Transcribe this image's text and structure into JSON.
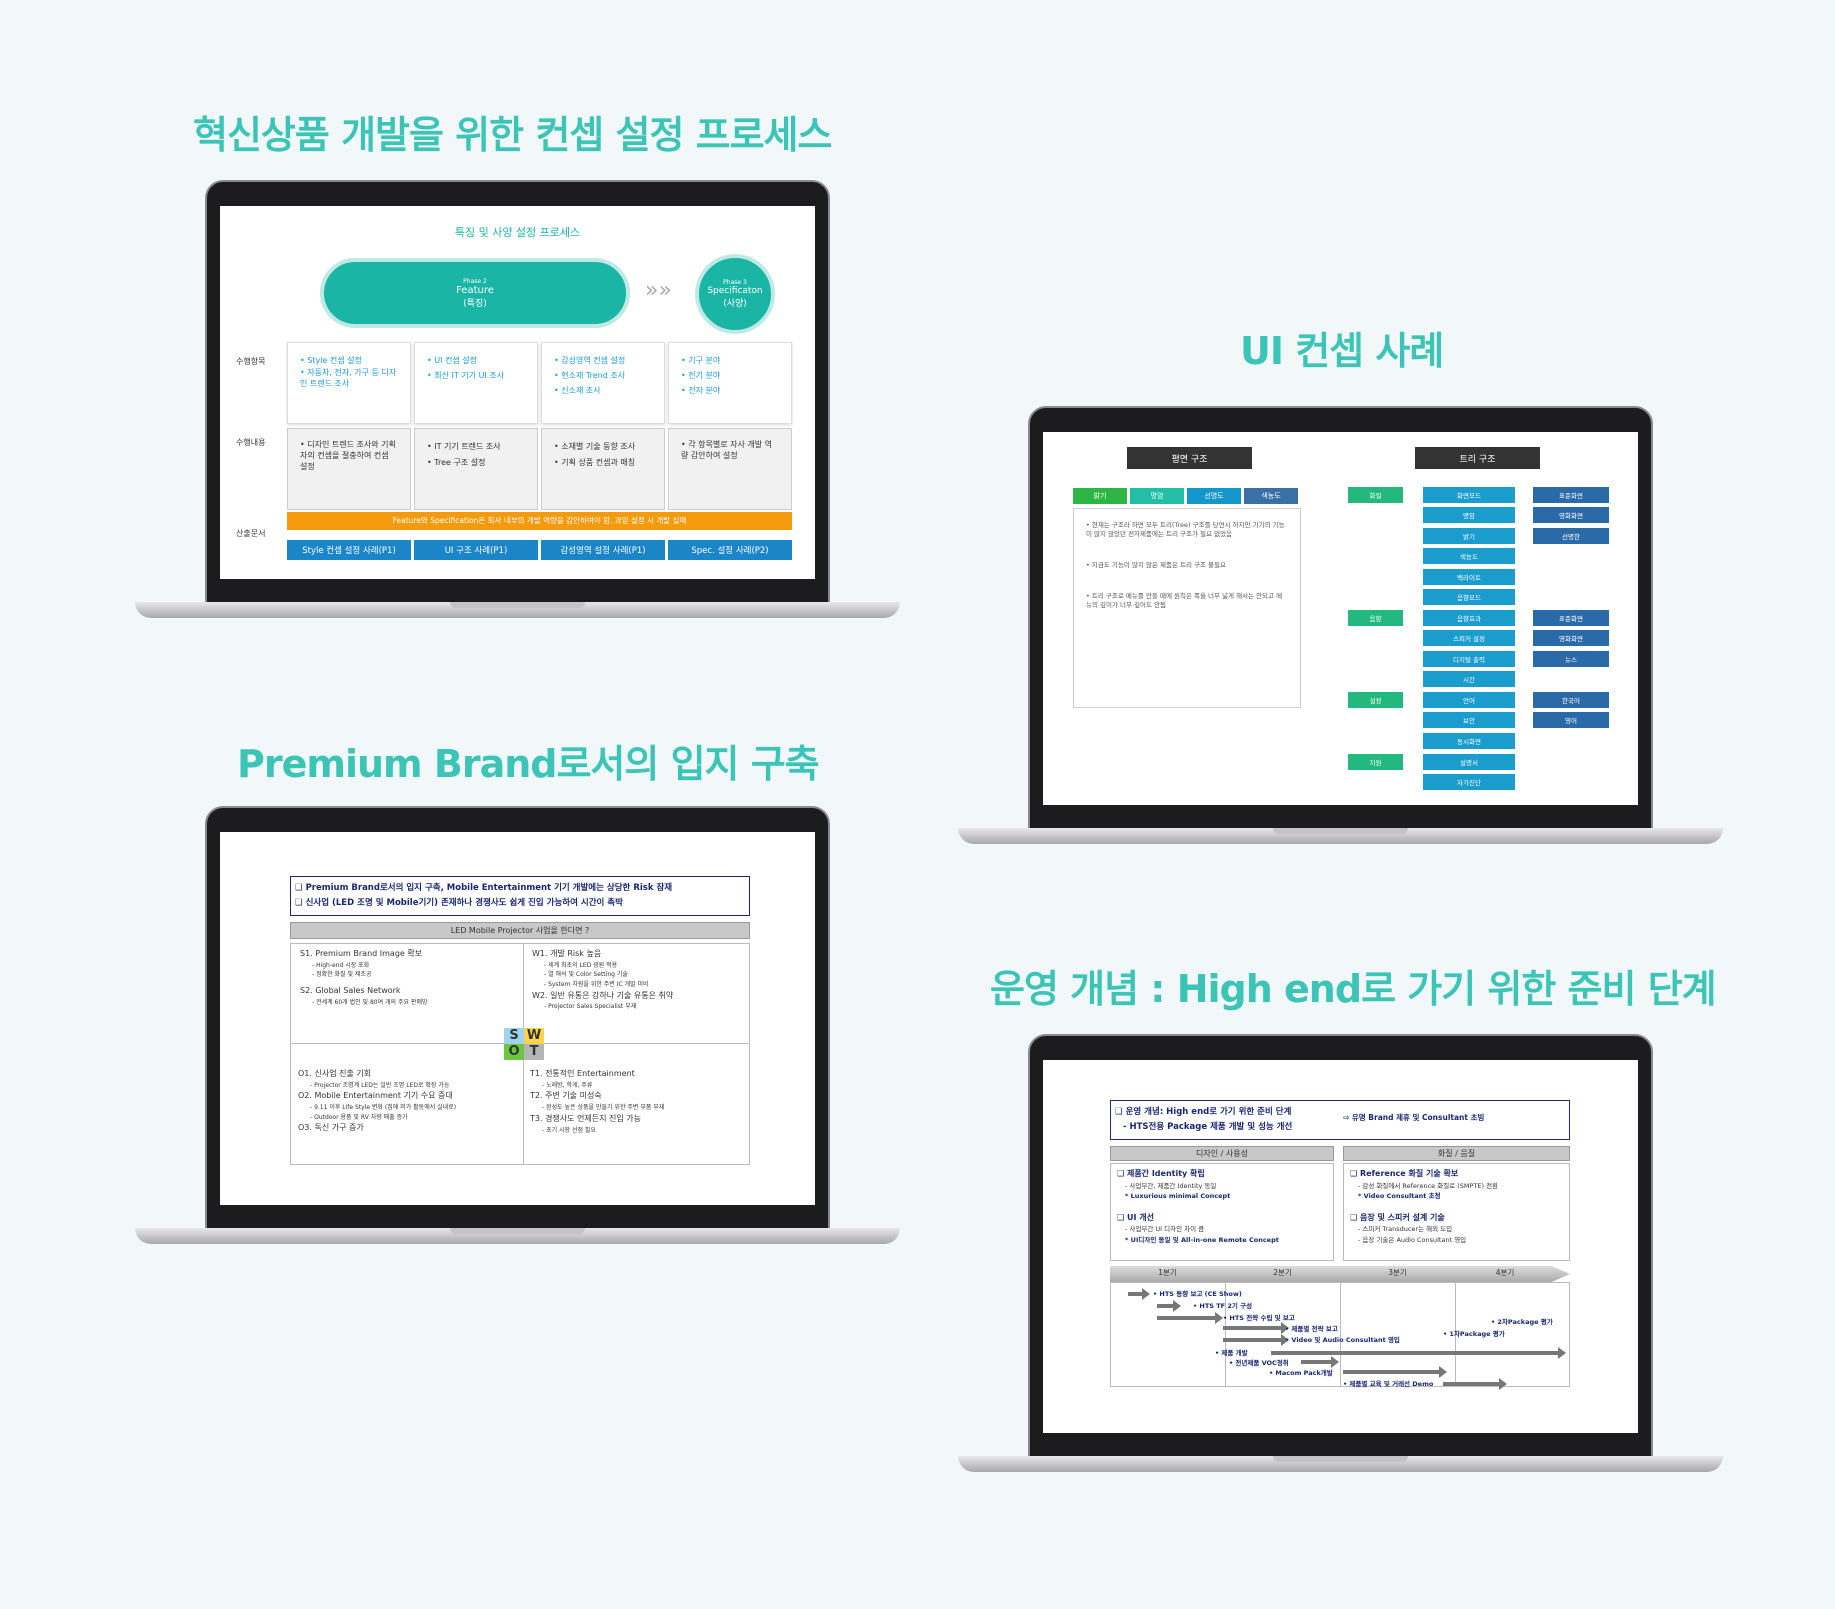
{
  "titles": {
    "s1": "혁신상품 개발을 위한 컨셉 설정 프로세스",
    "s2": "UI 컨셉 사례",
    "s3": "Premium Brand로서의 입지 구축",
    "s4": "운영 개념 : High end로 가기 위한 준비 단계"
  },
  "laptop1": {
    "heading": "특징 및 사양 설정 프로세스",
    "phase2": {
      "label": "Phase 2",
      "name": "Feature",
      "sub": "(특징)"
    },
    "phase3": {
      "label": "Phase 3",
      "name": "Specificaton",
      "sub": "(사양)"
    },
    "arrows": "»»",
    "row_labels": [
      "수행항목",
      "수행내용",
      "산출문서"
    ],
    "items": [
      [
        "• Style 컨셉 설정",
        "• 자동차, 전자, 가구 등 디자인 트렌드 조사"
      ],
      [
        "• UI 컨셉 설정",
        "• 최신 IT 기기 UI 조사"
      ],
      [
        "• 감성영역 컨셉 설정",
        "• 현소재 Trend 조사",
        "• 신소재 조사"
      ],
      [
        "• 기구 분야",
        "• 전기 분야",
        "• 전자 분야"
      ]
    ],
    "contents": [
      [
        "• 디자인 트렌드 조사와 기획자의 컨셉을 절충하여 컨셉 설정"
      ],
      [
        "• IT 기기 트렌드 조사",
        "• Tree 구조 설정"
      ],
      [
        "• 소재별 기술 동향 조사",
        "• 기획 상품 컨셉과 매칭"
      ],
      [
        "• 각 항목별로 자사 개발 역량 감안하여 설정"
      ]
    ],
    "banner": "Feature와 Specification은 회사 내부의 개발 역량을 감안하여야 함. 과잉 설정 시 개발 실패",
    "outputs": [
      "Style 컨셉 설정 사례(P1)",
      "UI 구조 사례(P1)",
      "감성영역 설정 사례(P1)",
      "Spec. 설정 사례(P2)"
    ]
  },
  "laptop2": {
    "left_header": "평면 구조",
    "right_header": "트리 구조",
    "chips": [
      "밝기",
      "명암",
      "선명도",
      "색농도"
    ],
    "bullets": [
      "• 현재는 구조라 하면 모두 트리(Tree) 구조를 당연시 하지만 기기의 기능이 많지 않았던 전자제품에는 트리 구조가 필요 없었음",
      "• 지금도 기능이 많지 않은 제품은 트리 구조 불필요",
      "• 트리 구조로 메뉴를 만들 때에 원칙은 폭을 너무 넓게 해서는 안되고 메뉴의 깊이가 너무 깊어도 안됨"
    ],
    "level1": [
      "화질",
      "음향",
      "설정",
      "지원"
    ],
    "level2": [
      "화면모드",
      "명암",
      "밝기",
      "색농도",
      "백라이트",
      "음향모드",
      "음향효과",
      "스피커 설정",
      "디지털 출력",
      "시간",
      "언어",
      "보안",
      "동시화면",
      "설명서",
      "자가진단"
    ],
    "level3": [
      "표준화면",
      "영화화면",
      "선명한",
      "표준화면",
      "영화화면",
      "뉴스",
      "한국어",
      "영어"
    ]
  },
  "laptop3": {
    "line1": "❑ Premium Brand로서의 입지 구축, Mobile Entertainment 기기 개발에는 상당한 Risk 잠재",
    "line2": "❑ 신사업 (LED 조명 및 Mobile기기) 존재하나 경쟁사도 쉽게 진입 가능하여 시간이 촉박",
    "question": "LED Mobile Projector 사업을 한다면 ?",
    "s1": "S1. Premium Brand Image 확보",
    "s1a": "- High-end 시장 포화",
    "s1b": "- 정확한 화질 및 제조공",
    "s2": "S2. Global Sales Network",
    "s2a": "- 전세계 60개 법인 및 80여 개의 주요 판매망",
    "w1": "W1. 개발 Risk 높음",
    "w1a": "- 세계 최초의 LED 광원 적용",
    "w1b": "- 열 해석 및 Color Setting 기술",
    "w1c": "- System 차원을 위한 주변 IC 개발 미비",
    "w2": "W2. 일반 유통은 강하나 기술 유통은 취약",
    "w2a": "- Projector Sales Specialist 부재",
    "o1": "O1. 신사업 진출 기회",
    "o1a": "- Projector 조명계 LED는 일반 조명 LED로 확장 가능",
    "o2": "O2. Mobile Entertainment 기기 수요 증대",
    "o2a": "- 9.11 이후 Life Style 변화 (집에 머가 활동에서 실내로)",
    "o2b": "- Outdoor 용품 및 RV 차량 매출 증가",
    "o3": "O3. 독신 가구 증가",
    "t1": "T1. 전통적인 Entertainment",
    "t1a": "- 노래방, 학게, 주류",
    "t2": "T2. 주변 기술 미성숙",
    "t2a": "- 완성도 높은 상품을 만들기 위한 주변 부품 부재",
    "t3": "T3. 경쟁사도 언제든지 진입 가능",
    "t3a": "- 초기 시장 선점 필요",
    "swot": [
      "S",
      "W",
      "O",
      "T"
    ]
  },
  "laptop4": {
    "line1": "❑ 운영 개념: High end로 가기 위한 준비 단계",
    "line2": "- HTS전용 Package 제품 개발 및 성능 개선",
    "note": "⇨ 유명 Brand 제휴 및 Consultant 초빙",
    "col1": "디자인 / 사용성",
    "col2": "화질 / 음질",
    "a1": "❑ 제품간 Identity 확립",
    "a1a": "- 사업부간, 제품간 Identity 동일",
    "a1b": "* Luxurious minimal Concept",
    "a2": "❑ UI 개선",
    "a2a": "- 사업부간 UI 디자인 차이 큼",
    "a2b": "* UI디자인 동일 및 All-in-one Remote Concept",
    "b1": "❑ Reference 화질 기술 확보",
    "b1a": "- 감성 화질에서 Reference 화질로 (SMPTE) 전환",
    "b1b": "* Video Consultant 초청",
    "b2": "❑ 음장 및 스피커 설계 기술",
    "b2a": "- 스피커 Transducer는 해외 도입",
    "b2b": "- 음장 기술은 Audio Consultant 영입",
    "quarters": [
      "1분기",
      "2분기",
      "3분기",
      "4분기"
    ],
    "tasks": [
      "• HTS 동향 보고 (CE Show)",
      "• HTS TF 2기 구성",
      "• HTS 전략 수립 및 보고",
      "• 제품별 전략 보고",
      "• Video 및 Audio Consultant 영입",
      "• 제품 개발",
      "• 전년제품 VOC정취",
      "• Macom Pack개발",
      "• 제품별 교육 및 거래선 Demo",
      "• 1차Package 평가",
      "• 2차Package 평가"
    ]
  }
}
